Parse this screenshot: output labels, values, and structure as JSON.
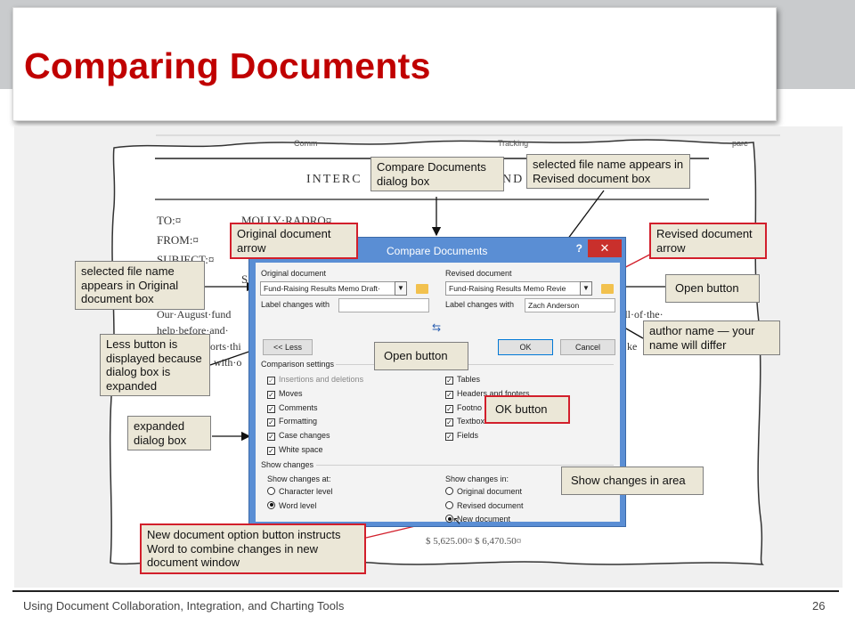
{
  "slide": {
    "title": "Comparing Documents",
    "footer_text": "Using Document Collaboration, Integration, and Charting Tools",
    "page_number": "26"
  },
  "ribbon_tabs": [
    "Comm",
    "Tracking",
    "pare"
  ],
  "document": {
    "heading_part1": "INTERC",
    "heading_part2": "ND",
    "to_label": "TO:¤",
    "to_value": "MOLLY·RADRO¤",
    "from_label": "FROM:¤",
    "subject_label": "SUBJECT:¤",
    "cc_fragment": "S",
    "body_line1": "Our·August·fund",
    "body_line1_right": "r·all·of·the·",
    "body_line2": "help·before·and·",
    "body_line3": "ports·thi",
    "body_line3_right": "g·ke",
    "body_line4": "with·o",
    "bottom_amount": "$ 5,625.00¤ $ 6,470.50¤"
  },
  "callouts": {
    "compare_dialog": "Compare Documents dialog box",
    "selected_revised": "selected file name appears in Revised document box",
    "original_arrow": "Original document arrow",
    "revised_arrow": "Revised document arrow",
    "selected_original": "selected file name appears in Original document box",
    "open_button_right": "Open button",
    "open_button_mid": "Open button",
    "author_name": "author name — your name will differ",
    "less_button": "Less button is displayed because dialog box is expanded",
    "ok_button": "OK button",
    "expanded_dialog": "expanded dialog box",
    "show_changes_in": "Show changes in area",
    "new_document_option": "New document option button instructs Word to combine changes in new document window"
  },
  "dialog": {
    "title": "Compare Documents",
    "help": "?",
    "close": "✕",
    "original_label": "Original document",
    "original_value": "Fund-Raising Results Memo Draft·",
    "original_label_changes": "Label changes with",
    "revised_label": "Revised document",
    "revised_value": "Fund-Raising Results Memo Revie",
    "revised_label_changes": "Label changes with",
    "author_value": "Zach Anderson",
    "less_button": "<< Less",
    "ok_button": "OK",
    "cancel_button": "Cancel",
    "comparison_settings": "Comparison settings",
    "left_checks": [
      {
        "label": "Insertions and deletions",
        "checked": true,
        "disabled": true
      },
      {
        "label": "Moves",
        "checked": true,
        "disabled": false
      },
      {
        "label": "Comments",
        "checked": true,
        "disabled": false
      },
      {
        "label": "Formatting",
        "checked": true,
        "disabled": false
      },
      {
        "label": "Case changes",
        "checked": true,
        "disabled": false
      },
      {
        "label": "White space",
        "checked": true,
        "disabled": false
      }
    ],
    "right_checks": [
      {
        "label": "Tables",
        "checked": true
      },
      {
        "label": "Headers and footers",
        "checked": true
      },
      {
        "label": "Footno",
        "checked": true
      },
      {
        "label": "Textbox",
        "checked": true
      },
      {
        "label": "Fields",
        "checked": true
      }
    ],
    "show_changes": "Show changes",
    "show_changes_at": "Show changes at:",
    "at_options": [
      {
        "label": "Character level",
        "selected": false
      },
      {
        "label": "Word level",
        "selected": true
      }
    ],
    "show_changes_in": "Show changes in:",
    "in_options": [
      {
        "label": "Original document",
        "selected": false
      },
      {
        "label": "Revised document",
        "selected": false
      },
      {
        "label": "New document",
        "selected": true
      }
    ]
  },
  "colors": {
    "title_red": "#c00000",
    "callout_fill": "#ebe7d7",
    "callout_red_border": "#d21f2b",
    "dialog_blue": "#5a8ed4"
  }
}
